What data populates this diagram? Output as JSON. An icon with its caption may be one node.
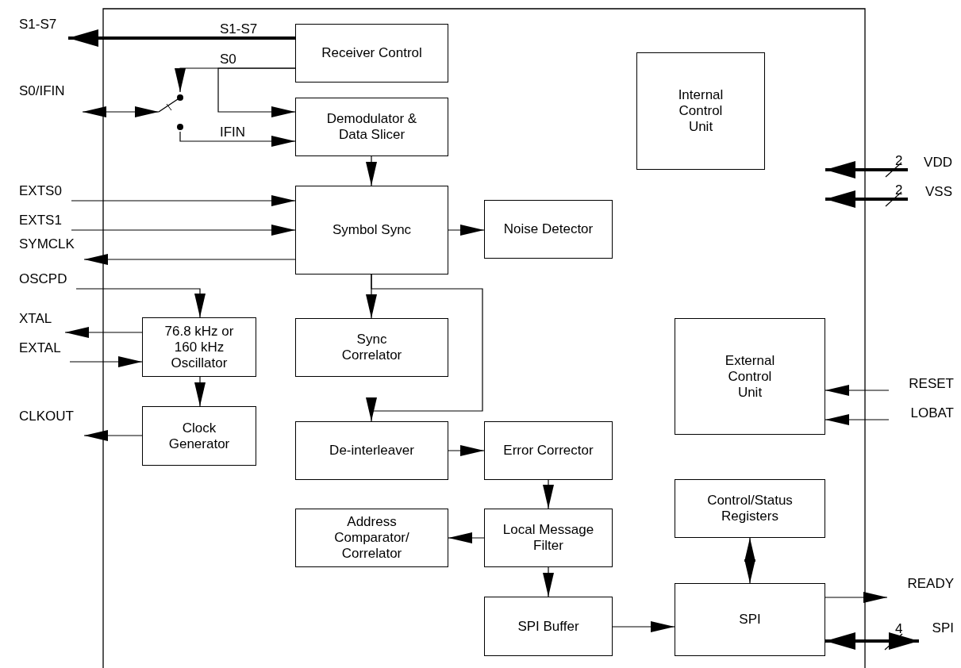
{
  "diagram": {
    "nodes": [
      {
        "text": [
          "Receiver Control"
        ]
      },
      {
        "text": [
          "Demodulator & Data Slicer"
        ]
      },
      {
        "text": [
          "Symbol Sync"
        ]
      },
      {
        "text": [
          "Noise Detector"
        ]
      },
      {
        "text": [
          "Sync Correlator"
        ]
      },
      {
        "text": [
          "76.8 kHz or 160 kHz Oscillator"
        ]
      },
      {
        "text": [
          "Clock Generator"
        ]
      },
      {
        "text": [
          "De-interleaver"
        ]
      },
      {
        "text": [
          "Error Corrector"
        ]
      },
      {
        "text": [
          "Address Comparator/ Correlator"
        ]
      },
      {
        "text": [
          "Local Message Filter"
        ]
      },
      {
        "text": [
          "SPI Buffer"
        ]
      },
      {
        "text": [
          "SPI"
        ]
      },
      {
        "text": [
          "Control/Status Registers"
        ]
      },
      {
        "text": [
          "Internal Control Unit"
        ]
      },
      {
        "text": [
          "External Control Unit"
        ]
      },
      {
        "text": [
          "S1-S7"
        ]
      },
      {
        "text": [
          "S0/IFIN"
        ]
      },
      {
        "text": [
          "EXTS0"
        ]
      },
      {
        "text": [
          "EXTS1"
        ]
      },
      {
        "text": [
          "SYMCLK"
        ]
      },
      {
        "text": [
          "OSCPD"
        ]
      },
      {
        "text": [
          "XTAL"
        ]
      },
      {
        "text": [
          "EXTAL"
        ]
      },
      {
        "text": [
          "CLKOUT"
        ]
      },
      {
        "text": [
          "VDD"
        ]
      },
      {
        "text": [
          "VSS"
        ]
      },
      {
        "text": [
          "RESET"
        ]
      },
      {
        "text": [
          "LOBAT"
        ]
      },
      {
        "text": [
          "READY"
        ]
      },
      {
        "text": [
          "SPI"
        ]
      },
      {
        "text": [],
        "shape": "switch"
      }
    ],
    "edges": [
      {
        "from": 0,
        "to": 16,
        "arrow": "to",
        "label": "S1-S7",
        "style": "thick"
      },
      {
        "from": 0,
        "to": 31,
        "arrow": "to",
        "label": "S0"
      },
      {
        "from": 0,
        "to": 1,
        "arrow": "to"
      },
      {
        "from": 17,
        "to": 31,
        "arrow": "both"
      },
      {
        "from": 31,
        "to": 1,
        "arrow": "to",
        "label": "IFIN"
      },
      {
        "from": 1,
        "to": 2,
        "arrow": "to"
      },
      {
        "from": 18,
        "to": 2,
        "arrow": "to"
      },
      {
        "from": 19,
        "to": 2,
        "arrow": "to"
      },
      {
        "from": 2,
        "to": 20,
        "arrow": "to"
      },
      {
        "from": 21,
        "to": 5,
        "arrow": "to"
      },
      {
        "from": 5,
        "to": 22,
        "arrow": "to"
      },
      {
        "from": 23,
        "to": 5,
        "arrow": "to"
      },
      {
        "from": 5,
        "to": 6,
        "arrow": "to"
      },
      {
        "from": 6,
        "to": 24,
        "arrow": "to"
      },
      {
        "from": 2,
        "to": 3,
        "arrow": "to"
      },
      {
        "from": 2,
        "to": 4,
        "arrow": "to"
      },
      {
        "from": 2,
        "to": 7,
        "arrow": "to"
      },
      {
        "from": 7,
        "to": 8,
        "arrow": "to"
      },
      {
        "from": 8,
        "to": 10,
        "arrow": "to"
      },
      {
        "from": 10,
        "to": 9,
        "arrow": "to"
      },
      {
        "from": 10,
        "to": 11,
        "arrow": "to"
      },
      {
        "from": 11,
        "to": 12,
        "arrow": "to"
      },
      {
        "from": 13,
        "to": 12,
        "arrow": "both"
      },
      {
        "from": 12,
        "to": 29,
        "arrow": "to"
      },
      {
        "from": 30,
        "to": 12,
        "arrow": "both",
        "label": "4",
        "style": "thick"
      },
      {
        "from": 27,
        "to": 15,
        "arrow": "to"
      },
      {
        "from": 28,
        "to": 15,
        "arrow": "to"
      },
      {
        "from": 25,
        "to": null,
        "arrow": "to",
        "label": "2",
        "style": "thick"
      },
      {
        "from": 26,
        "to": null,
        "arrow": "to",
        "label": "2",
        "style": "thick"
      }
    ]
  }
}
